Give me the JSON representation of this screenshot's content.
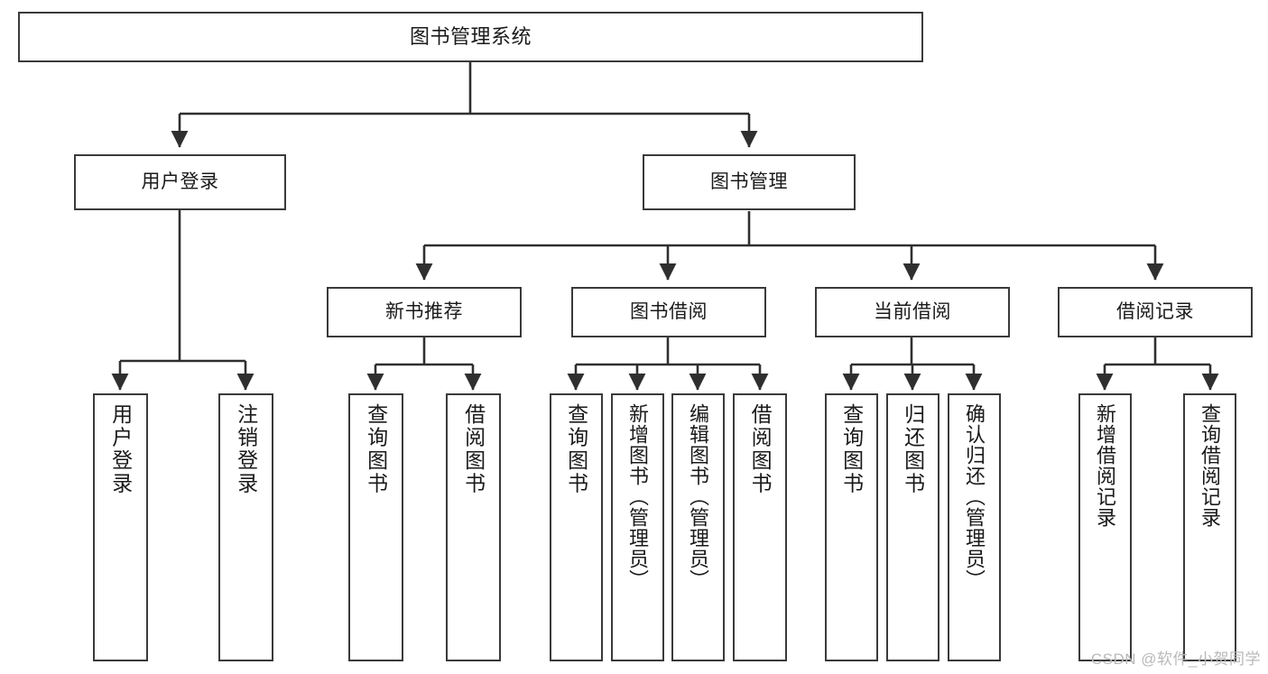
{
  "diagram": {
    "title": "图书管理系统",
    "watermark": "CSDN @软件_小贺同学",
    "colors": {
      "stroke": "#3a3a3a",
      "fill": "#ffffff",
      "text": "#1a1a1a",
      "watermark": "#b9b9b9"
    },
    "levels": {
      "root": {
        "label": "图书管理系统"
      },
      "level2": [
        {
          "label": "用户登录"
        },
        {
          "label": "图书管理"
        }
      ],
      "level3": [
        {
          "label": "新书推荐"
        },
        {
          "label": "图书借阅"
        },
        {
          "label": "当前借阅"
        },
        {
          "label": "借阅记录"
        }
      ]
    },
    "leaves": {
      "user_login": [
        {
          "label": "用户登录"
        },
        {
          "label": "注销登录"
        }
      ],
      "new_book_recommend": [
        {
          "label": "查询图书"
        },
        {
          "label": "借阅图书"
        }
      ],
      "book_borrow": [
        {
          "label": "查询图书"
        },
        {
          "label": "新增图书（管理员）"
        },
        {
          "label": "编辑图书（管理员）"
        },
        {
          "label": "借阅图书"
        }
      ],
      "current_borrow": [
        {
          "label": "查询图书"
        },
        {
          "label": "归还图书"
        },
        {
          "label": "确认归还（管理员）"
        }
      ],
      "borrow_record": [
        {
          "label": "新增借阅记录"
        },
        {
          "label": "查询借阅记录"
        }
      ]
    }
  }
}
